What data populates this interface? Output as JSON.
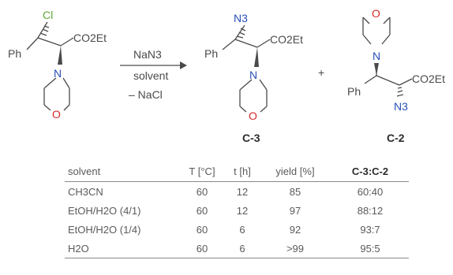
{
  "reaction": {
    "reagent": "NaN3",
    "condition": "solvent",
    "byproduct": "– NaCl",
    "plus": "+",
    "product_1": "C-3",
    "product_2": "C-2"
  },
  "atoms": {
    "cl": "Cl",
    "ph": "Ph",
    "co2et": "CO2Et",
    "n": "N",
    "o": "O",
    "n3": "N3"
  },
  "table": {
    "headers": [
      "solvent",
      "T [°C]",
      "t [h]",
      "yield [%]",
      "C-3:C-2"
    ],
    "rows": [
      [
        "CH3CN",
        "60",
        "12",
        "85",
        "60:40"
      ],
      [
        "EtOH/H2O (4/1)",
        "60",
        "12",
        "97",
        "88:12"
      ],
      [
        "EtOH/H2O (1/4)",
        "60",
        "6",
        "92",
        "93:7"
      ],
      [
        "H2O",
        "60",
        "6",
        ">99",
        "95:5"
      ]
    ]
  }
}
